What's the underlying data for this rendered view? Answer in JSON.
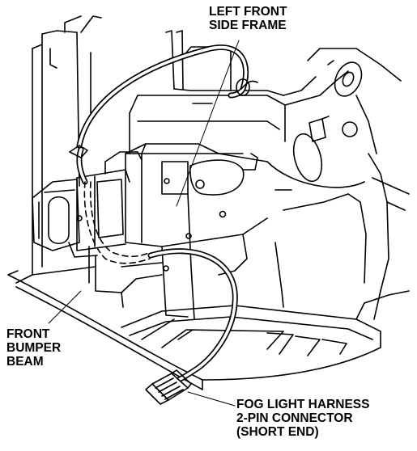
{
  "labels": {
    "side_frame": [
      "LEFT FRONT",
      "SIDE FRAME"
    ],
    "bumper_beam": [
      "FRONT",
      "BUMPER",
      "BEAM"
    ],
    "connector": [
      "FOG LIGHT HARNESS",
      "2-PIN CONNECTOR",
      "(SHORT END)"
    ]
  },
  "colors": {
    "ink": "#000000",
    "paper": "#ffffff"
  }
}
